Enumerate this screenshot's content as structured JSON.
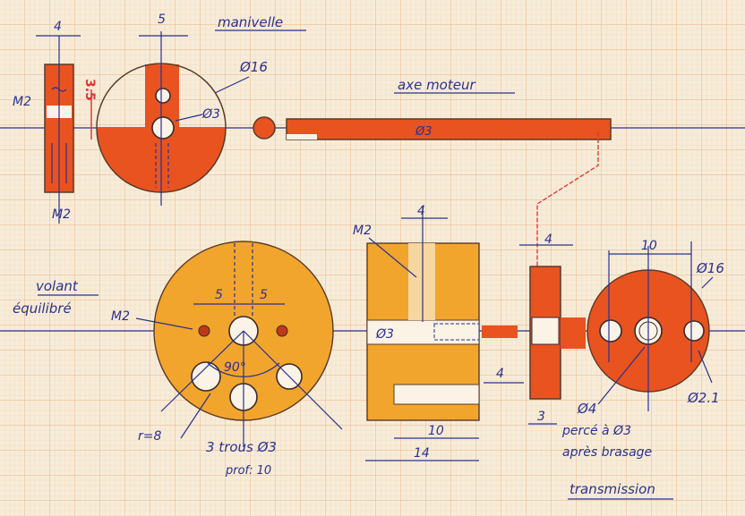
{
  "titles": {
    "crank": "manivelle",
    "motor_shaft": "axe moteur",
    "flywheel_1": "volant",
    "flywheel_2": "équilibré",
    "transmission": "transmission"
  },
  "crank": {
    "dim_width": "4",
    "dim_bar": "5",
    "dim_red": "3.5",
    "thread_top": "M2",
    "thread_bottom": "M2",
    "diameter": "Ø16",
    "hole": "Ø3"
  },
  "shaft": {
    "diameter": "Ø3"
  },
  "flywheel": {
    "thread": "M2",
    "dim_left": "5",
    "dim_right": "5",
    "angle": "90°",
    "radius": "r=8",
    "holes": "3 trous Ø3",
    "depth": "prof: 10"
  },
  "coupling": {
    "dim_top": "4",
    "thread": "M2",
    "bore": "Ø3",
    "dim_slot": "4",
    "dim_10": "10",
    "dim_14": "14"
  },
  "transmission": {
    "dim_width": "4",
    "dim_hub": "3",
    "dim_spacing": "10",
    "diameter": "Ø16",
    "bore": "Ø4",
    "pin_hole": "Ø2.1",
    "note_1": "percé à Ø3",
    "note_2": "après brasage"
  },
  "colors": {
    "paper": "#f6ecd9",
    "grid": "#efb889",
    "ink": "#2b3190",
    "red_orange": "#e8531f",
    "yellow_orange": "#f2a52c"
  }
}
